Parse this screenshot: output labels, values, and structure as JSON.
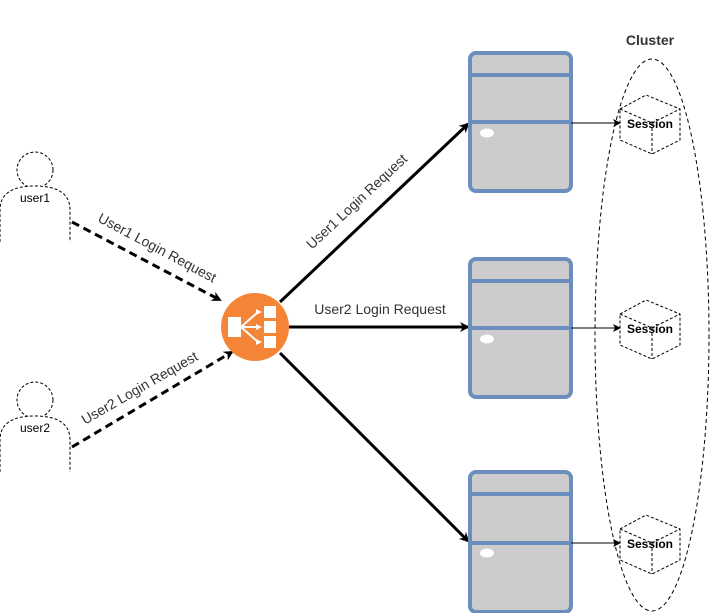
{
  "users": [
    {
      "label": "user1"
    },
    {
      "label": "user2"
    }
  ],
  "edges": {
    "user1_to_lb": "User1 Login Request",
    "user2_to_lb": "User2 Login Request",
    "lb_to_server1": "User1 Login Request",
    "lb_to_server2": "User2 Login Request"
  },
  "cluster": {
    "label": "Cluster",
    "sessions": [
      {
        "label": "Session"
      },
      {
        "label": "Session"
      },
      {
        "label": "Session"
      }
    ]
  },
  "colors": {
    "server_fill": "#cccccc",
    "server_stroke": "#6c8ebf",
    "lb_fill": "#f58536",
    "arrow": "#000000"
  },
  "icons": {
    "load_balancer": "load-balancer-icon",
    "server": "server-icon",
    "user": "user-icon",
    "session": "cube-icon"
  }
}
